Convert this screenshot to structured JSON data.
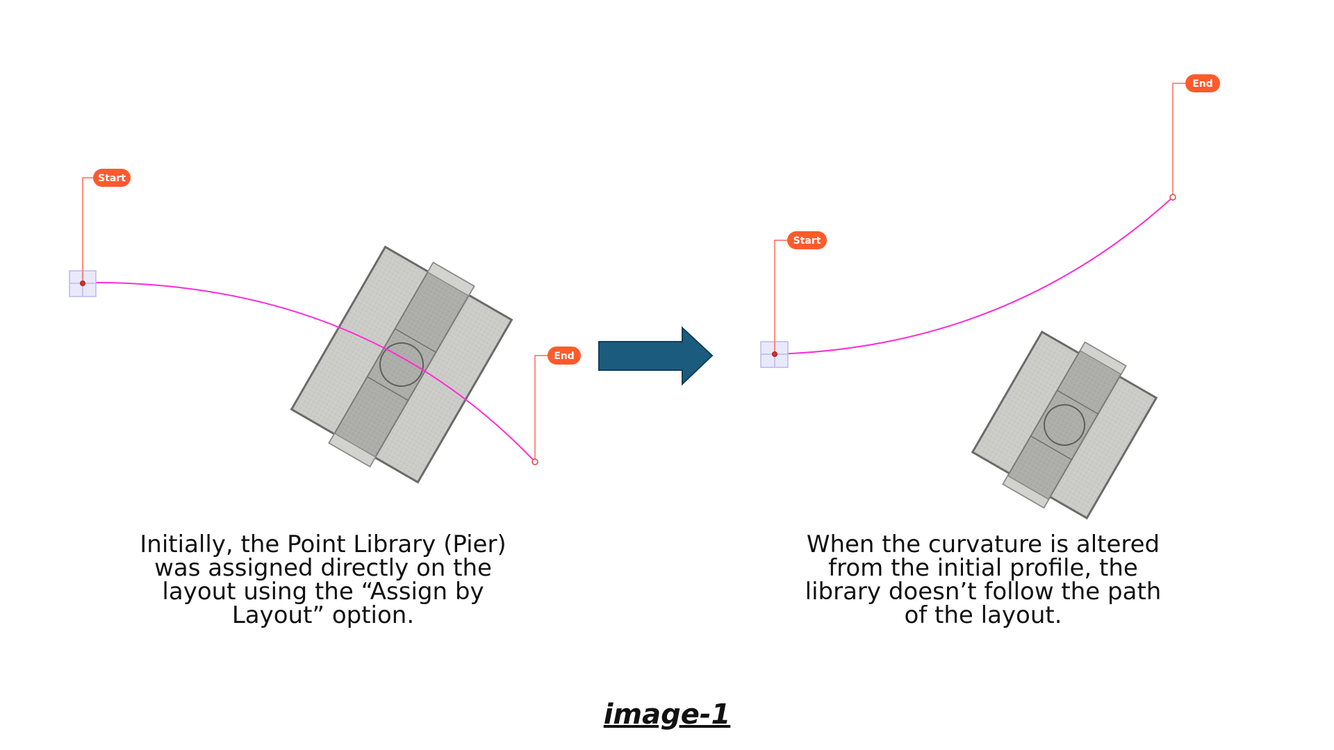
{
  "left_panel": {
    "start_label": "Start",
    "end_label": "End",
    "caption_lines": [
      "Initially, the Point Library (Pier)",
      "was assigned directly on the",
      "layout using the “Assign by",
      "Layout” option."
    ]
  },
  "right_panel": {
    "start_label": "Start",
    "end_label": "End",
    "caption_lines": [
      "When the curvature is altered",
      "from the initial profile, the",
      "library doesn’t follow the path",
      "of the layout."
    ]
  },
  "figure_label": "image-1",
  "colors": {
    "alignment_curve": "#ff2bd6",
    "marker": "#ff5a2c",
    "leader_line": "#ff6a50",
    "arrow_fill": "#1b5b7e",
    "pier_slab": "#c8c8c4",
    "pier_column": "#a9a9a5",
    "grip_box": "#b8b8f0"
  }
}
